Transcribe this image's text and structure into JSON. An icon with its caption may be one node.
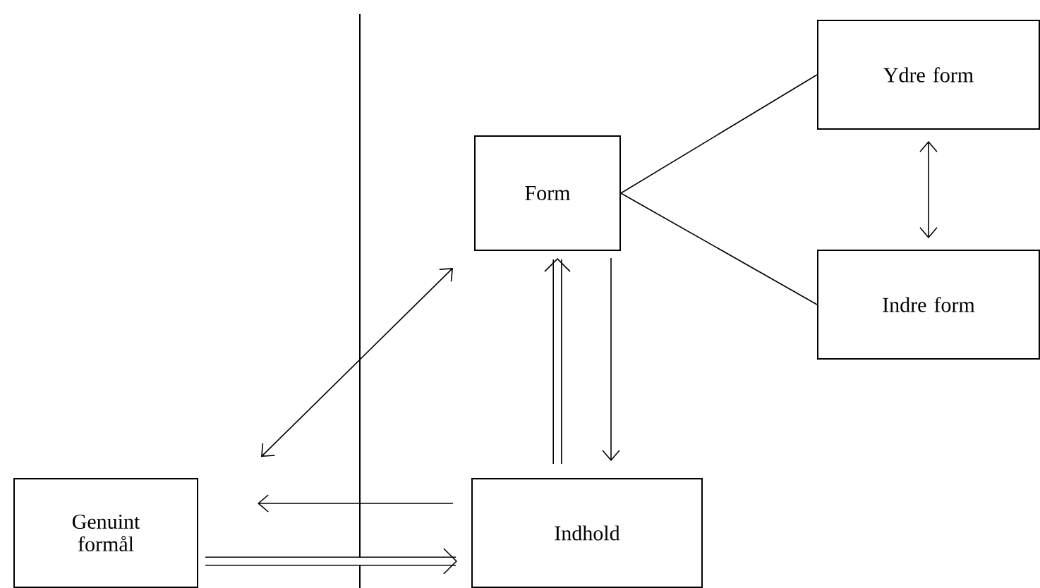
{
  "diagram": {
    "nodes": [
      {
        "text": [
          "Ydre form"
        ]
      },
      {
        "text": [
          "Form"
        ]
      },
      {
        "text": [
          "Indre form"
        ]
      },
      {
        "text": [
          "Genuint formål"
        ]
      },
      {
        "text": [
          "Indhold"
        ]
      }
    ],
    "edges": [
      {
        "from": 1,
        "to": 0,
        "arrow": "none"
      },
      {
        "from": 1,
        "to": 2,
        "arrow": "none"
      },
      {
        "from": 0,
        "to": 2,
        "arrow": "both"
      },
      {
        "from": 1,
        "to": 4,
        "arrow": "to"
      },
      {
        "from": 4,
        "to": 1,
        "arrow": "to",
        "style": "thick"
      },
      {
        "from": 3,
        "to": 1,
        "arrow": "both"
      },
      {
        "from": 4,
        "to": 3,
        "arrow": "to"
      },
      {
        "from": 3,
        "to": 4,
        "arrow": "to",
        "style": "thick"
      }
    ]
  }
}
